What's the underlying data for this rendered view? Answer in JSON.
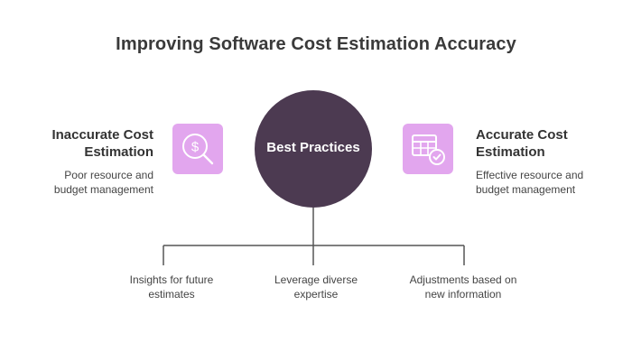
{
  "title": "Improving Software Cost Estimation Accuracy",
  "center": {
    "label": "Best Practices"
  },
  "left": {
    "title": "Inaccurate Cost\nEstimation",
    "description": "Poor resource and\nbudget management",
    "icon": "dollar-magnifier-icon"
  },
  "right": {
    "title": "Accurate Cost\nEstimation",
    "description": "Effective resource and\nbudget management",
    "icon": "spreadsheet-check-icon"
  },
  "branches": [
    {
      "label": "Insights for future\nestimates"
    },
    {
      "label": "Leverage diverse\nexpertise"
    },
    {
      "label": "Adjustments based on\nnew information"
    }
  ],
  "colors": {
    "center_circle": "#4c3a51",
    "icon_background": "#e2a6ee",
    "icon_stroke": "#ffffff",
    "connector": "#555555"
  }
}
